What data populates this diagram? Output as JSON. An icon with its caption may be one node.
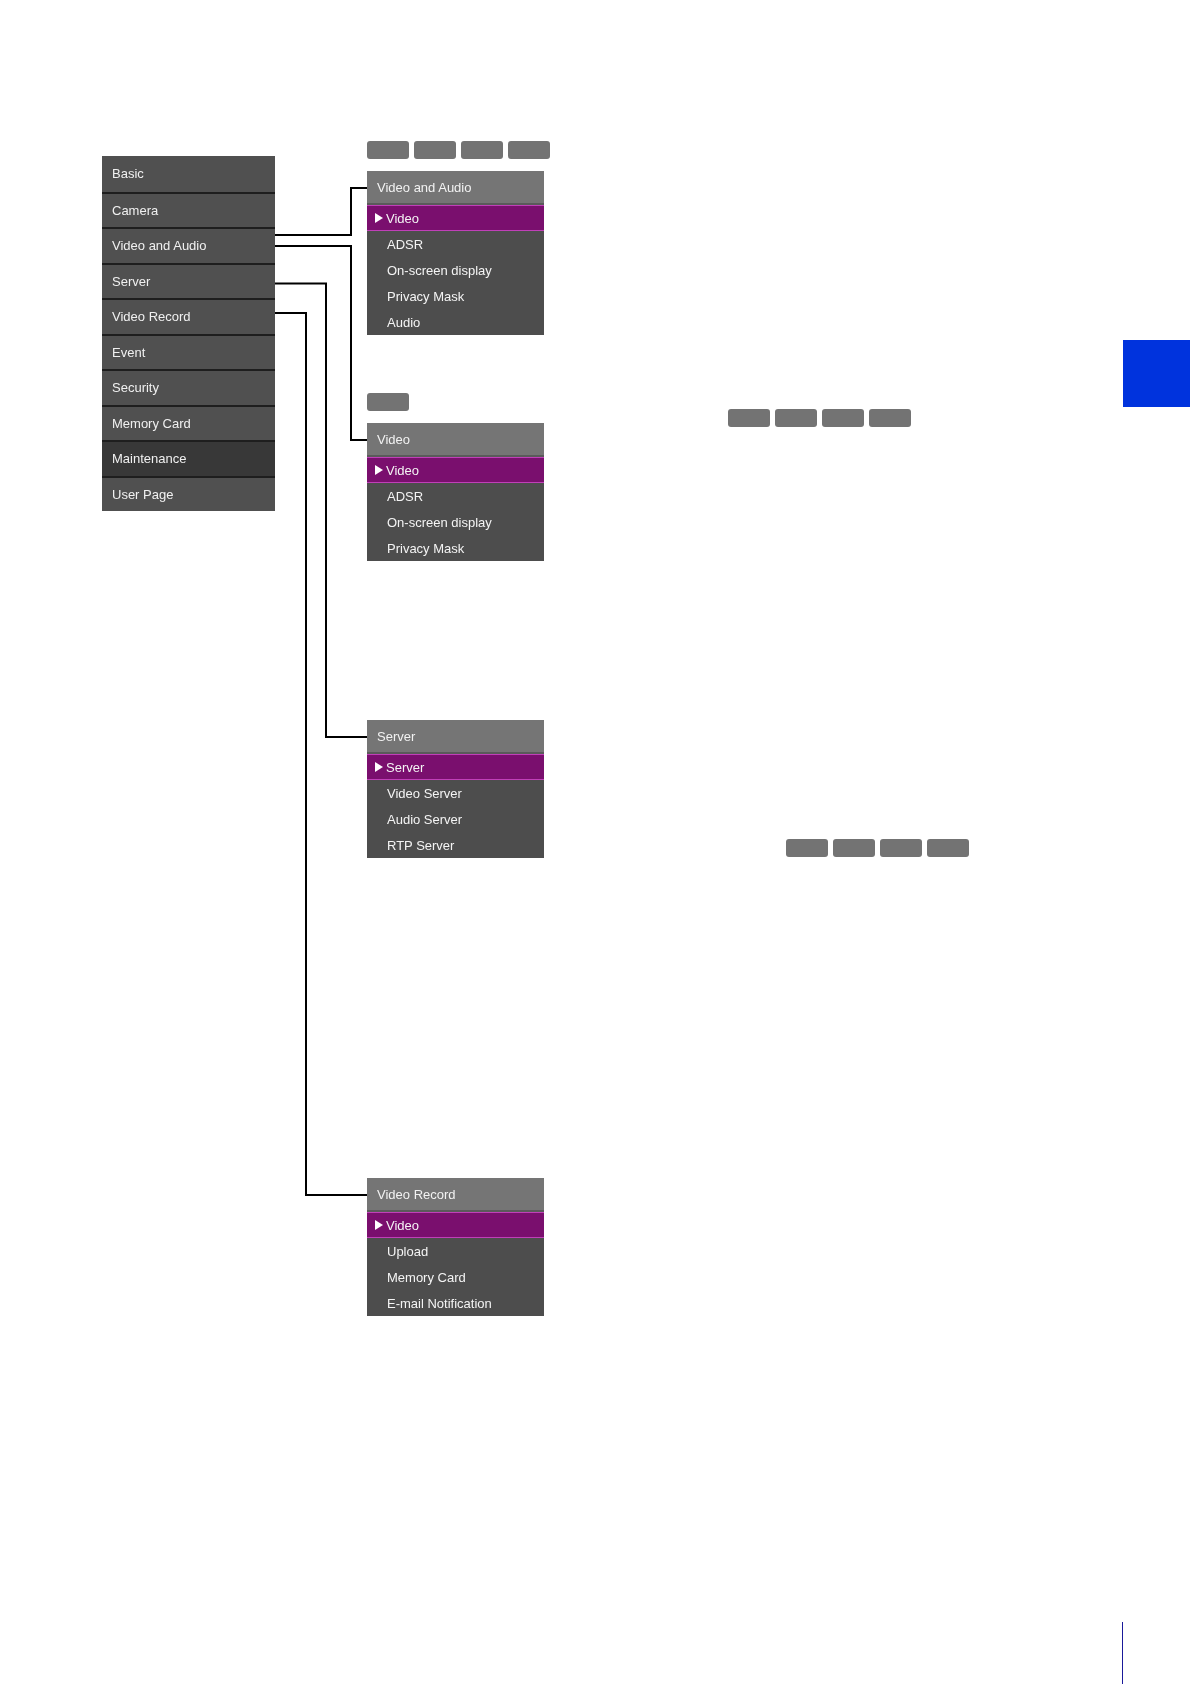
{
  "diagram": {
    "nodes": [
      {
        "text": [
          "Basic"
        ]
      },
      {
        "text": [
          "Camera"
        ]
      },
      {
        "text": [
          "Video and Audio"
        ]
      },
      {
        "text": [
          "Server"
        ]
      },
      {
        "text": [
          "Video Record"
        ]
      },
      {
        "text": [
          "Event"
        ]
      },
      {
        "text": [
          "Security"
        ]
      },
      {
        "text": [
          "Memory Card"
        ]
      },
      {
        "text": [
          "Maintenance"
        ]
      },
      {
        "text": [
          "User Page"
        ]
      },
      {
        "text": [
          "Video and Audio"
        ]
      },
      {
        "text": [
          "Video"
        ],
        "in": 10
      },
      {
        "text": [
          "ADSR"
        ],
        "in": 10
      },
      {
        "text": [
          "On-screen display"
        ],
        "in": 10
      },
      {
        "text": [
          "Privacy Mask"
        ],
        "in": 10
      },
      {
        "text": [
          "Audio"
        ],
        "in": 10
      },
      {
        "text": [
          "Video"
        ]
      },
      {
        "text": [
          "Video"
        ],
        "in": 16
      },
      {
        "text": [
          "ADSR"
        ],
        "in": 16
      },
      {
        "text": [
          "On-screen display"
        ],
        "in": 16
      },
      {
        "text": [
          "Privacy Mask"
        ],
        "in": 16
      },
      {
        "text": [
          "Server"
        ]
      },
      {
        "text": [
          "Server"
        ],
        "in": 21
      },
      {
        "text": [
          "Video Server"
        ],
        "in": 21
      },
      {
        "text": [
          "Audio Server"
        ],
        "in": 21
      },
      {
        "text": [
          "RTP Server"
        ],
        "in": 21
      },
      {
        "text": [
          "Video Record"
        ]
      },
      {
        "text": [
          "Video"
        ],
        "in": 26
      },
      {
        "text": [
          "Upload"
        ],
        "in": 26
      },
      {
        "text": [
          "Memory Card"
        ],
        "in": 26
      },
      {
        "text": [
          "E-mail Notification"
        ],
        "in": 26
      }
    ],
    "edges": [
      {
        "from": 2,
        "to": 10,
        "arrow": "none"
      },
      {
        "from": 2,
        "to": 16,
        "arrow": "none"
      },
      {
        "from": 3,
        "to": 21,
        "arrow": "none"
      },
      {
        "from": 4,
        "to": 26,
        "arrow": "none"
      }
    ]
  }
}
